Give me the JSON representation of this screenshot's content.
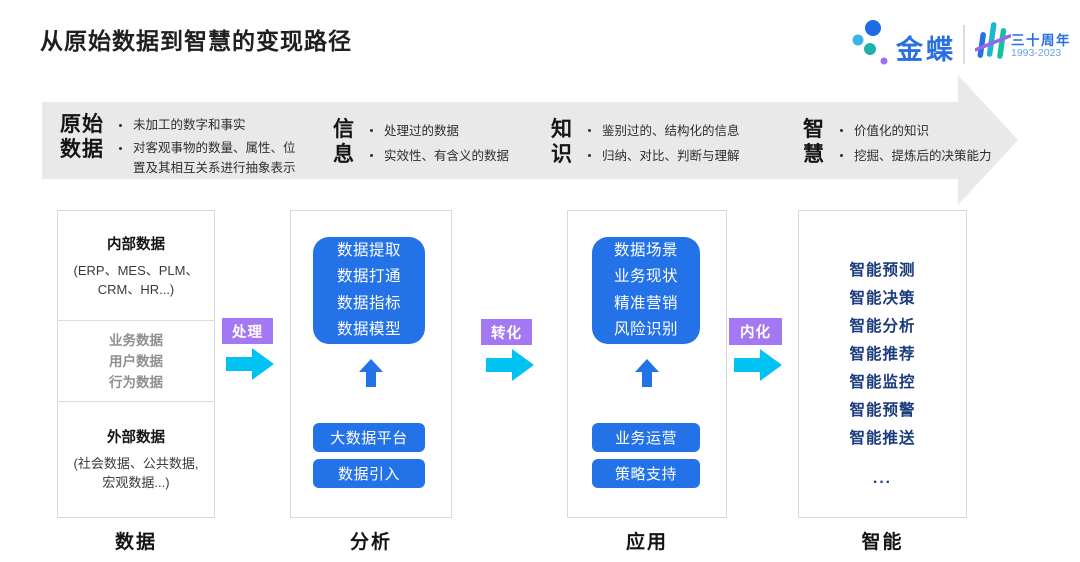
{
  "page": {
    "title": "从原始数据到智慧的变现路径"
  },
  "logo": {
    "brand": "金蝶",
    "anniversary": "三十周年",
    "years": "1993-2023"
  },
  "banner": {
    "stages": [
      {
        "label_lines": [
          "原始",
          "数据"
        ],
        "points": [
          "未加工的数字和事实",
          "对客观事物的数量、属性、位置及其相互关系进行抽象表示"
        ]
      },
      {
        "label_lines": [
          "信",
          "息"
        ],
        "points": [
          "处理过的数据",
          "实效性、有含义的数据"
        ]
      },
      {
        "label_lines": [
          "知",
          "识"
        ],
        "points": [
          "鉴别过的、结构化的信息",
          "归纳、对比、判断与理解"
        ]
      },
      {
        "label_lines": [
          "智",
          "慧"
        ],
        "points": [
          "价值化的知识",
          "挖掘、提炼后的决策能力"
        ]
      }
    ]
  },
  "columns": {
    "data": {
      "footer": "数据",
      "internal": {
        "title": "内部数据",
        "desc": "(ERP、MES、PLM、CRM、HR...)"
      },
      "middle": [
        "业务数据",
        "用户数据",
        "行为数据"
      ],
      "external": {
        "title": "外部数据",
        "desc": "(社会数据、公共数据, 宏观数据...)"
      }
    },
    "analysis": {
      "footer": "分析",
      "process_box": [
        "数据提取",
        "数据打通",
        "数据指标",
        "数据模型"
      ],
      "buttons": [
        "大数据平台",
        "数据引入"
      ]
    },
    "application": {
      "footer": "应用",
      "process_box": [
        "数据场景",
        "业务现状",
        "精准营销",
        "风险识别"
      ],
      "buttons": [
        "业务运营",
        "策略支持"
      ]
    },
    "intelligence": {
      "footer": "智能",
      "items": [
        "智能预测",
        "智能决策",
        "智能分析",
        "智能推荐",
        "智能监控",
        "智能预警",
        "智能推送",
        "..."
      ]
    }
  },
  "connectors": [
    {
      "label": "处理"
    },
    {
      "label": "转化"
    },
    {
      "label": "内化"
    }
  ],
  "colors": {
    "accent_blue": "#2472e8",
    "navy_text": "#1a3b7c",
    "purple_label": "#a478f2",
    "cyan_arrow": "#00c2f3",
    "banner_gray": "#e9e9e9",
    "brand_blue": "#2a70e3"
  }
}
